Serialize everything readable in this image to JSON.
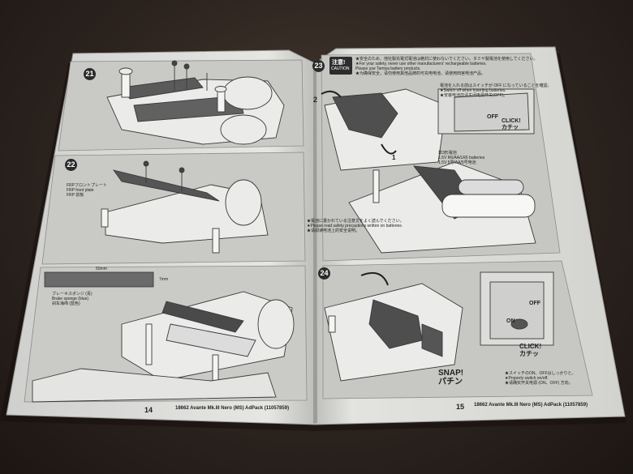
{
  "left_page": {
    "page_number": "14",
    "footer": "18662 Avante Mk.III Nero (MS) AdPack (11057859)",
    "steps": [
      {
        "number": "21"
      },
      {
        "number": "22",
        "label_lines": [
          "FRPフロントプレート",
          "FRP front plate",
          "FRP 前板"
        ]
      },
      {
        "label_lines": [
          "ブレーキスポンジ (青)",
          "Brake sponge (blue)",
          "刹车海绵 (蓝色)"
        ],
        "dim_length": "50mm",
        "dim_height": "7mm"
      }
    ]
  },
  "right_page": {
    "page_number": "15",
    "footer": "18662 Avante Mk.III Nero (MS) AdPack (11057859)",
    "caution_badge": {
      "line1": "注意!",
      "line2": "CAUTION"
    },
    "caution_text": [
      "★安全のため、他社製充電式電池は絶対に使わないでください。タミヤ製電池を使用してください。",
      "★For your safety, never use other manufacturers' rechargeable batteries.",
      "Please use Tamiya battery products.",
      "★为确保安全，请勿使用其他品牌的可充电电池，请使用田宫电池产品。"
    ],
    "step23": {
      "number": "23",
      "arrow_labels": [
        "2",
        "1"
      ],
      "switch_note": [
        "電池を入れる前はスイッチが OFF になっていることを確認。",
        "★Switch off when inserting batteries.",
        "★安装电池前请关闭电源开关(OFF)。"
      ],
      "off_label": "OFF",
      "click_label": [
        "CLICK!",
        "カチッ"
      ],
      "battery_note": [
        "単3形電池",
        "1.5V R6/AA/LR6 batteries",
        "1.5V 5号/AA/5号电池"
      ],
      "warning_note": [
        "★電池に書かれている注意文をよく読んでください。",
        "★Please read safety precautions written on batteries.",
        "★请阅读电池上的安全说明。"
      ]
    },
    "step24": {
      "number": "24",
      "off_label": "OFF",
      "on_label": "ON",
      "click_label": [
        "CLICK!",
        "カチッ"
      ],
      "snap_label": [
        "SNAP!",
        "パチン"
      ],
      "switch_note": [
        "★スイッチのON、OFFはしっかりと。",
        "★Properly switch on/off.",
        "★请确实开关电源 (ON、OFF) 方向。"
      ]
    }
  }
}
